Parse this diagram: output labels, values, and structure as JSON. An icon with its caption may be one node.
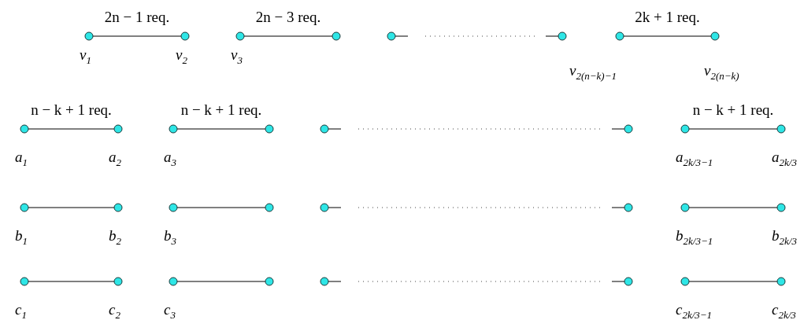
{
  "diagram": {
    "nodes": [
      {
        "text": [],
        "shape": "circle",
        "beside": [
          "v$_{1}$"
        ]
      },
      {
        "text": [],
        "shape": "circle",
        "beside": [
          "v$_{2}$"
        ]
      },
      {
        "text": [],
        "shape": "circle",
        "beside": [
          "v$_{3}$"
        ]
      },
      {
        "text": [],
        "shape": "circle"
      },
      {
        "text": [],
        "shape": "circle"
      },
      {
        "text": [],
        "shape": "circle"
      },
      {
        "text": [],
        "shape": "circle",
        "beside": [
          "v$_{2(n−k)−1}$"
        ]
      },
      {
        "text": [],
        "shape": "circle",
        "beside": [
          "v$_{2(n−k)}$"
        ]
      },
      {
        "text": [],
        "shape": "circle",
        "beside": [
          "a$_{1}$"
        ]
      },
      {
        "text": [],
        "shape": "circle",
        "beside": [
          "a$_{2}$"
        ]
      },
      {
        "text": [],
        "shape": "circle",
        "beside": [
          "a$_{3}$"
        ]
      },
      {
        "text": [],
        "shape": "circle"
      },
      {
        "text": [],
        "shape": "circle"
      },
      {
        "text": [],
        "shape": "circle"
      },
      {
        "text": [],
        "shape": "circle",
        "beside": [
          "a$_{2k/3−1}$"
        ]
      },
      {
        "text": [],
        "shape": "circle",
        "beside": [
          "a$_{2k/3}$"
        ]
      },
      {
        "text": [],
        "shape": "circle",
        "beside": [
          "b$_{1}$"
        ]
      },
      {
        "text": [],
        "shape": "circle",
        "beside": [
          "b$_{2}$"
        ]
      },
      {
        "text": [],
        "shape": "circle",
        "beside": [
          "b$_{3}$"
        ]
      },
      {
        "text": [],
        "shape": "circle"
      },
      {
        "text": [],
        "shape": "circle"
      },
      {
        "text": [],
        "shape": "circle"
      },
      {
        "text": [],
        "shape": "circle",
        "beside": [
          "b$_{2k/3−1}$"
        ]
      },
      {
        "text": [],
        "shape": "circle",
        "beside": [
          "b$_{2k/3}$"
        ]
      },
      {
        "text": [],
        "shape": "circle",
        "beside": [
          "c$_{1}$"
        ]
      },
      {
        "text": [],
        "shape": "circle",
        "beside": [
          "c$_{2}$"
        ]
      },
      {
        "text": [],
        "shape": "circle",
        "beside": [
          "c$_{3}$"
        ]
      },
      {
        "text": [],
        "shape": "circle"
      },
      {
        "text": [],
        "shape": "circle"
      },
      {
        "text": [],
        "shape": "circle"
      },
      {
        "text": [],
        "shape": "circle",
        "beside": [
          "c$_{2k/3−1}$"
        ]
      },
      {
        "text": [],
        "shape": "circle",
        "beside": [
          "c$_{2k/3}$"
        ]
      }
    ],
    "edges": [
      {
        "from": 0,
        "to": 1,
        "arrow": "none",
        "label": "2n − 1 req."
      },
      {
        "from": 2,
        "to": 3,
        "arrow": "none",
        "label": "2n − 3 req."
      },
      {
        "from": 4,
        "to": null,
        "arrow": "none"
      },
      {
        "from": null,
        "to": 5,
        "arrow": "none"
      },
      {
        "from": 6,
        "to": 7,
        "arrow": "none",
        "label": "2k + 1 req."
      },
      {
        "from": 8,
        "to": 9,
        "arrow": "none",
        "label": "n − k + 1 req."
      },
      {
        "from": 10,
        "to": 11,
        "arrow": "none",
        "label": "n − k + 1 req."
      },
      {
        "from": 12,
        "to": null,
        "arrow": "none"
      },
      {
        "from": null,
        "to": 13,
        "arrow": "none"
      },
      {
        "from": 14,
        "to": 15,
        "arrow": "none",
        "label": "n − k + 1 req."
      },
      {
        "from": 16,
        "to": 17,
        "arrow": "none"
      },
      {
        "from": 18,
        "to": 19,
        "arrow": "none"
      },
      {
        "from": 20,
        "to": null,
        "arrow": "none"
      },
      {
        "from": null,
        "to": 21,
        "arrow": "none"
      },
      {
        "from": 22,
        "to": 23,
        "arrow": "none"
      },
      {
        "from": 24,
        "to": 25,
        "arrow": "none"
      },
      {
        "from": 26,
        "to": 27,
        "arrow": "none"
      },
      {
        "from": 28,
        "to": null,
        "arrow": "none"
      },
      {
        "from": null,
        "to": 29,
        "arrow": "none"
      },
      {
        "from": 30,
        "to": 31,
        "arrow": "none"
      }
    ]
  }
}
